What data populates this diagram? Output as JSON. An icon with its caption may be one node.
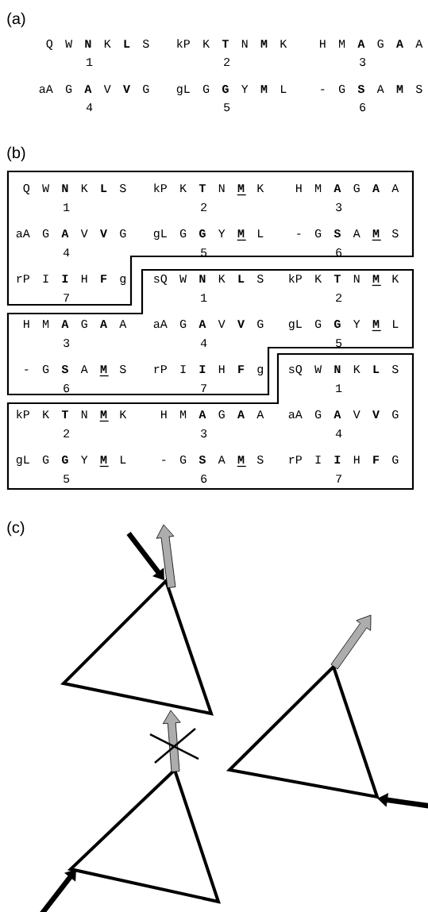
{
  "diagram": {
    "nodes": [
      {
        "text": [
          "Q W **N** K **L** S",
          "kP K **T** N **M** K",
          "H M **A** G **A** A",
          "1",
          "2",
          "3",
          "aA G **A** V **V** G",
          "gL G **G** Y **M** L",
          "- G **S** A **M** S",
          "4",
          "5",
          "6",
          "rP I **I** H **F** g",
          "7"
        ]
      },
      {
        "text": [
          "sQ W **N** K **L** S",
          "kP K **T** N **M** K",
          "1",
          "2",
          "H M **A** G **A** A",
          "aA G **A** V **V** G",
          "gL G **G** Y **M** L",
          "3",
          "4",
          "5",
          "- G **S** A **M** S",
          "rP I **I** H **F** g",
          "6",
          "7"
        ]
      },
      {
        "text": [
          "sQ W **N** K **L** S",
          "1",
          "kP K **T** N **M** K",
          "H M **A** G **A** A",
          "aA G **A** V **V** G",
          "2",
          "3",
          "4",
          "gL G **G** Y **M** L",
          "- G **S** A **M** S",
          "rP I **I** H **F** G",
          "5",
          "6",
          "7"
        ]
      }
    ],
    "labels": [
      "(a)",
      "Q W **N** K **L** S",
      "kP K **T** N **M** K",
      "H M **A** G **A** A",
      "1",
      "2",
      "3",
      "aA G **A** V **V** G",
      "gL G **G** Y **M** L",
      "- G **S** A **M** S",
      "4",
      "5",
      "6",
      "(b)",
      "(c)"
    ]
  }
}
